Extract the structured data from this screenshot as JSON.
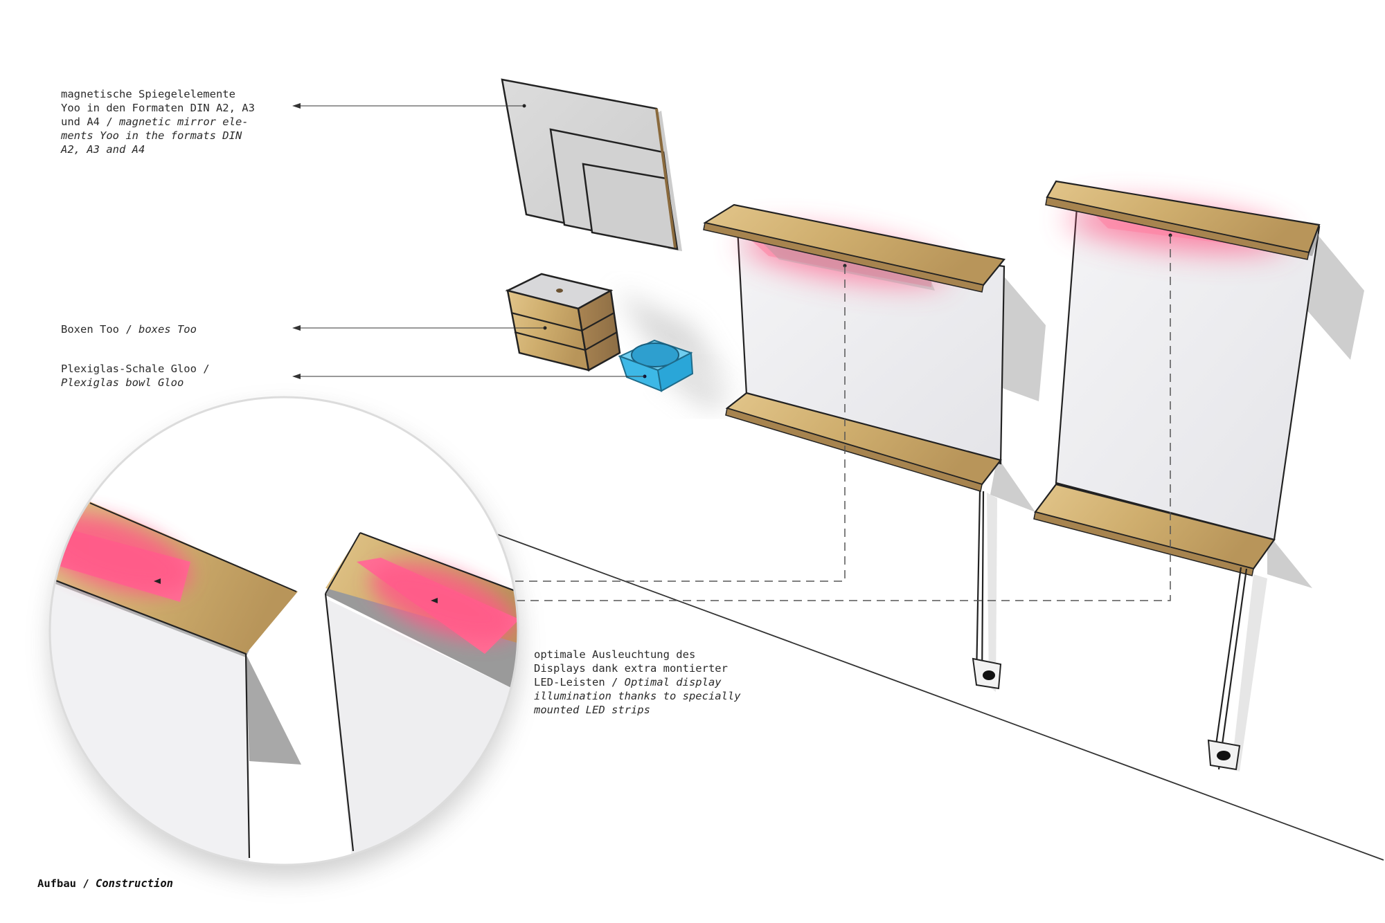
{
  "labels": {
    "mirrors": {
      "de": "magnetische Spiegelelemente\nYoo in den Formaten DIN A2, A3\nund A4 / ",
      "en": "magnetic mirror ele-\nments Yoo in the formats DIN\nA2, A3 and A4"
    },
    "boxes": {
      "de": "Boxen Too / ",
      "en": "boxes Too"
    },
    "bowl": {
      "de": "Plexiglas-Schale Gloo /\n",
      "en": "Plexiglas bowl Gloo"
    },
    "led": {
      "de": "optimale Ausleuchtung des\nDisplays dank extra montierter\nLED-Leisten / ",
      "en": "Optimal display\nillumination thanks to specially\nmounted LED strips"
    }
  },
  "title": {
    "de": "Aufbau / ",
    "en": "Construction"
  },
  "colors": {
    "wood": "#cfae6e",
    "led": "#ff5a87",
    "bowl": "#3db8e6",
    "panel": "#ececee",
    "mirror": "#d6d6d6",
    "shadow": "#bdbdbd"
  }
}
